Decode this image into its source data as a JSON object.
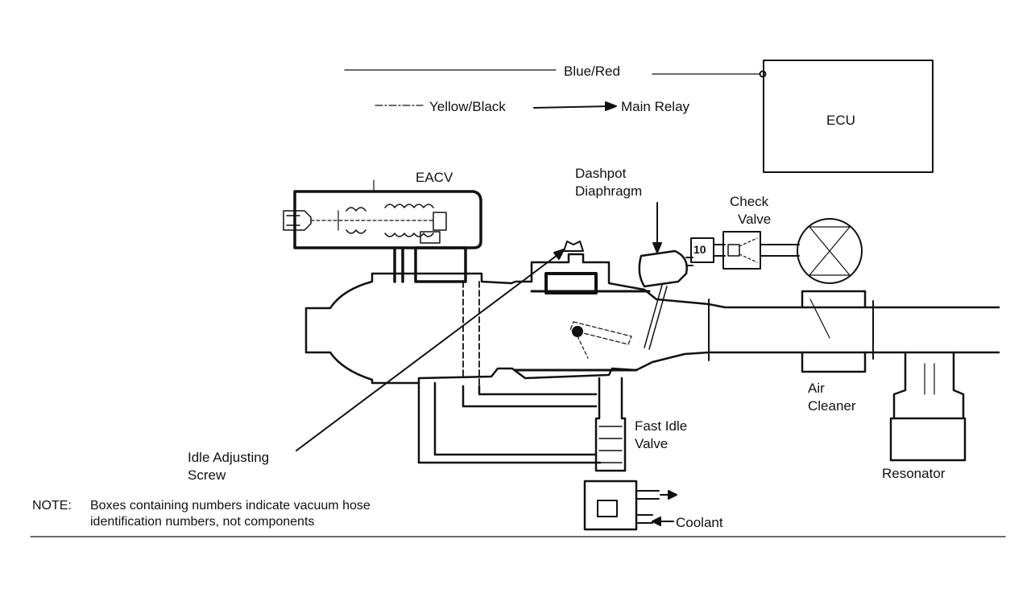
{
  "labels": {
    "blue_red": "Blue/Red",
    "yellow_black": "Yellow/Black",
    "main_relay": "Main Relay",
    "ecu": "ECU",
    "eacv": "EACV",
    "dashpot_1": "Dashpot",
    "dashpot_2": "Diaphragm",
    "check_1": "Check",
    "check_2": "Valve",
    "hose_number": "10",
    "air_1": "Air",
    "air_2": "Cleaner",
    "fast_1": "Fast Idle",
    "fast_2": "Valve",
    "idle_1": "Idle Adjusting",
    "idle_2": "Screw",
    "resonator": "Resonator",
    "coolant": "Coolant"
  },
  "note": {
    "prefix": "NOTE:",
    "line1": "Boxes containing numbers indicate vacuum hose",
    "line2": "identification numbers, not components"
  }
}
